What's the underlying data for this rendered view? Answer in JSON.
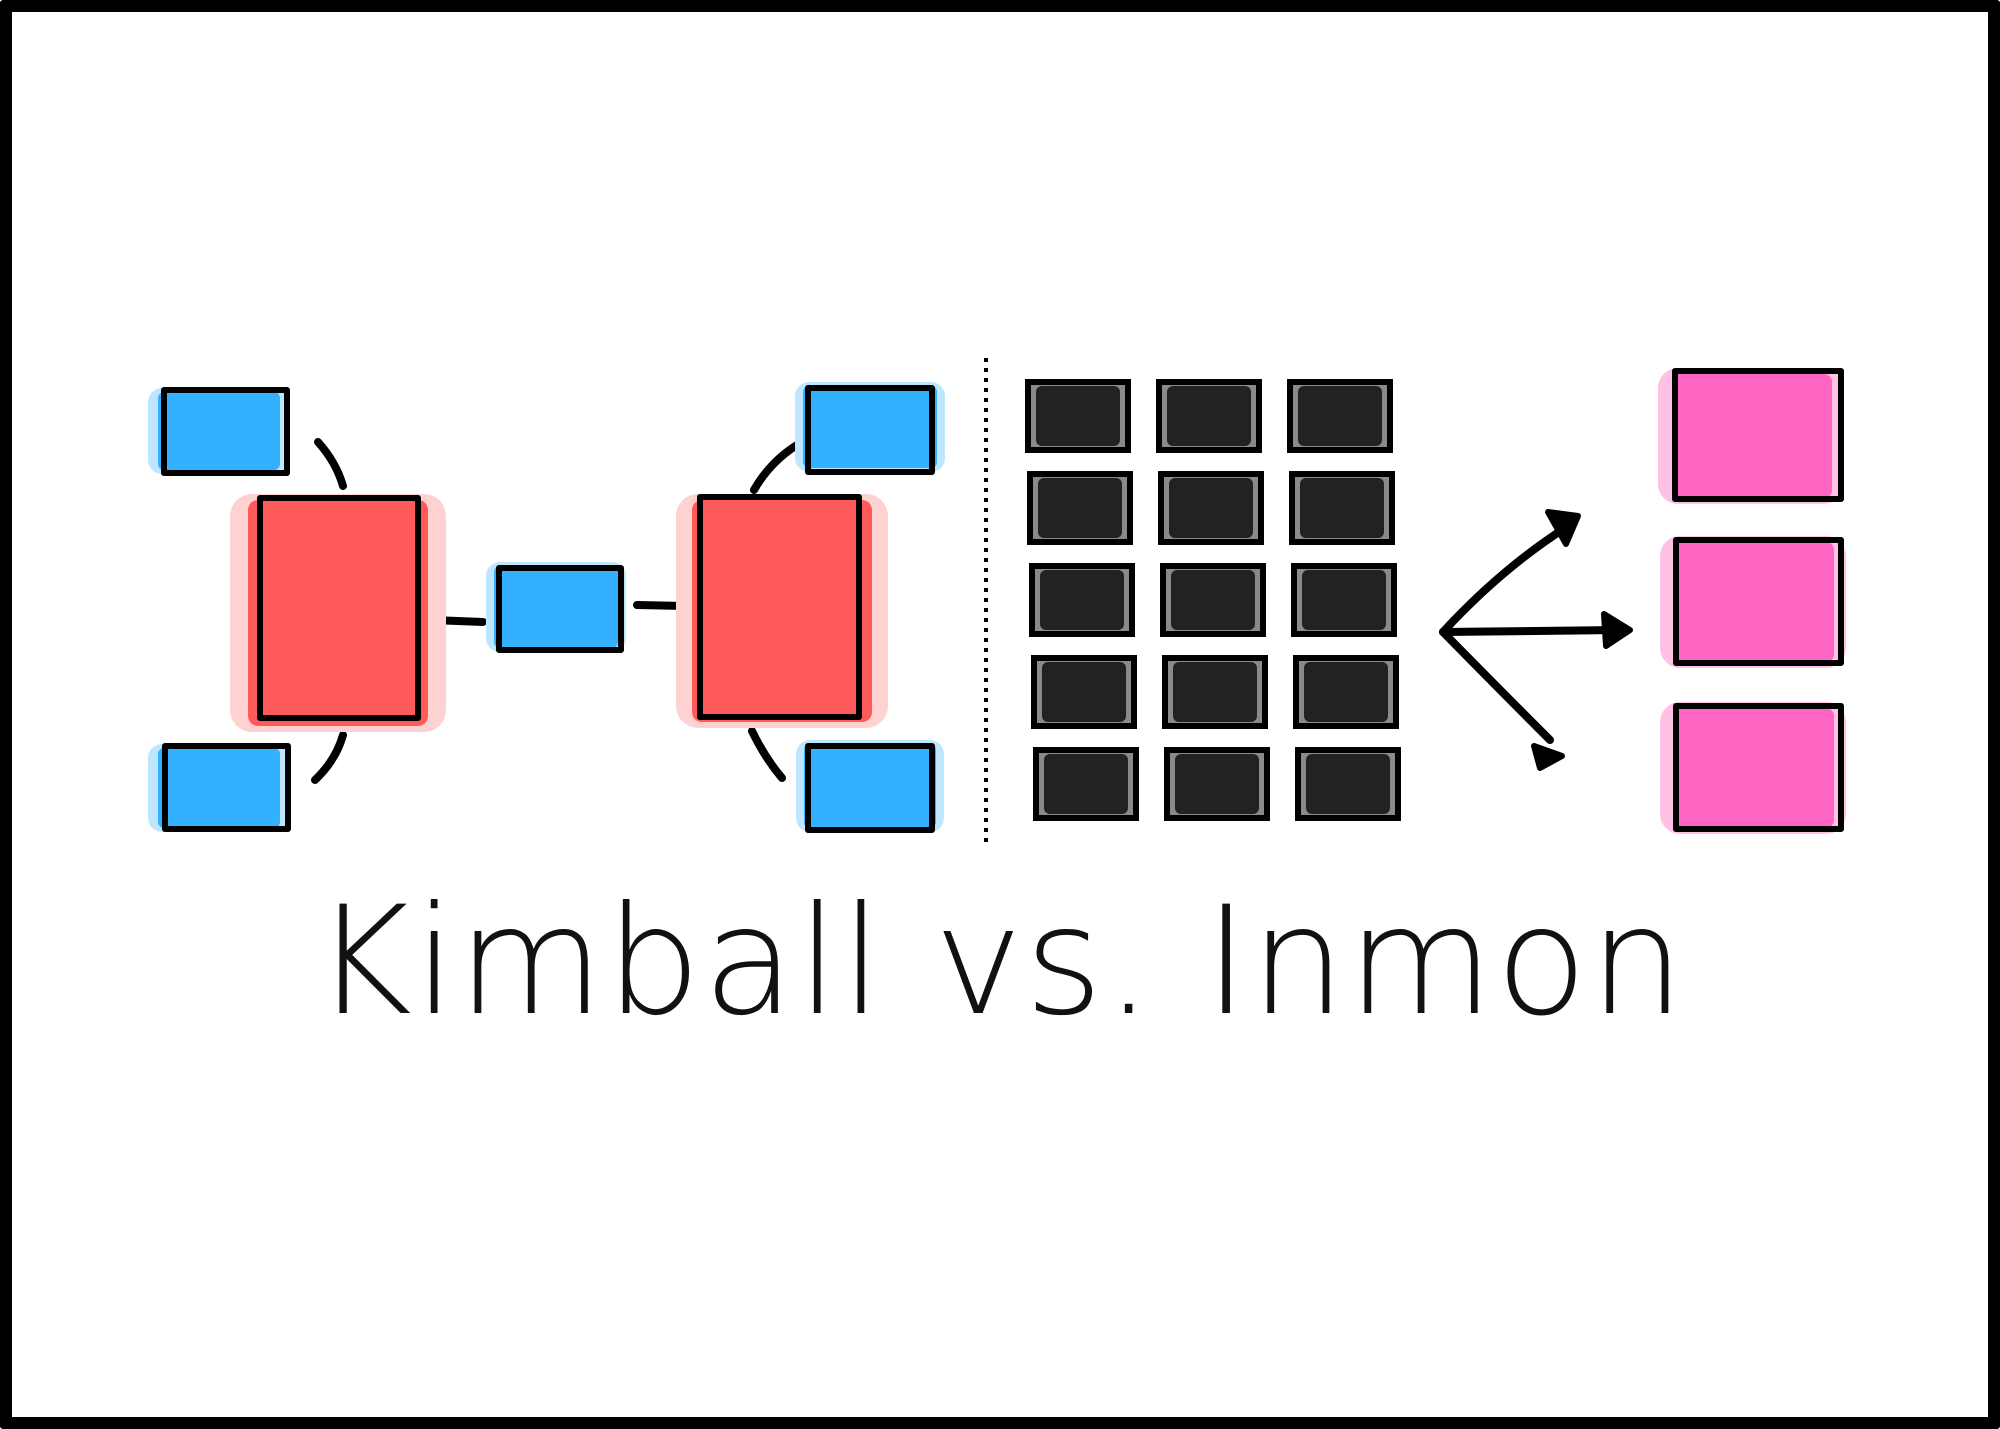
{
  "title": "Kimball vs. Inmon",
  "colors": {
    "background": "#ffffff",
    "outline": "#000000",
    "dimension_blue": "#33b1ff",
    "dimension_halo": "#bfe6ff",
    "fact_red": "#ff5a5a",
    "fact_halo": "#ffd2d2",
    "normalized_dark": "#222222",
    "normalized_gray": "#8a8a8a",
    "data_mart_pink": "#ff66c4",
    "data_mart_halo": "#ffc2e6"
  },
  "kimball": {
    "fact_table_count": 2,
    "dimension_table_count": 5
  },
  "inmon": {
    "normalized_grid": {
      "rows": 5,
      "cols": 3
    },
    "data_mart_count": 3
  }
}
